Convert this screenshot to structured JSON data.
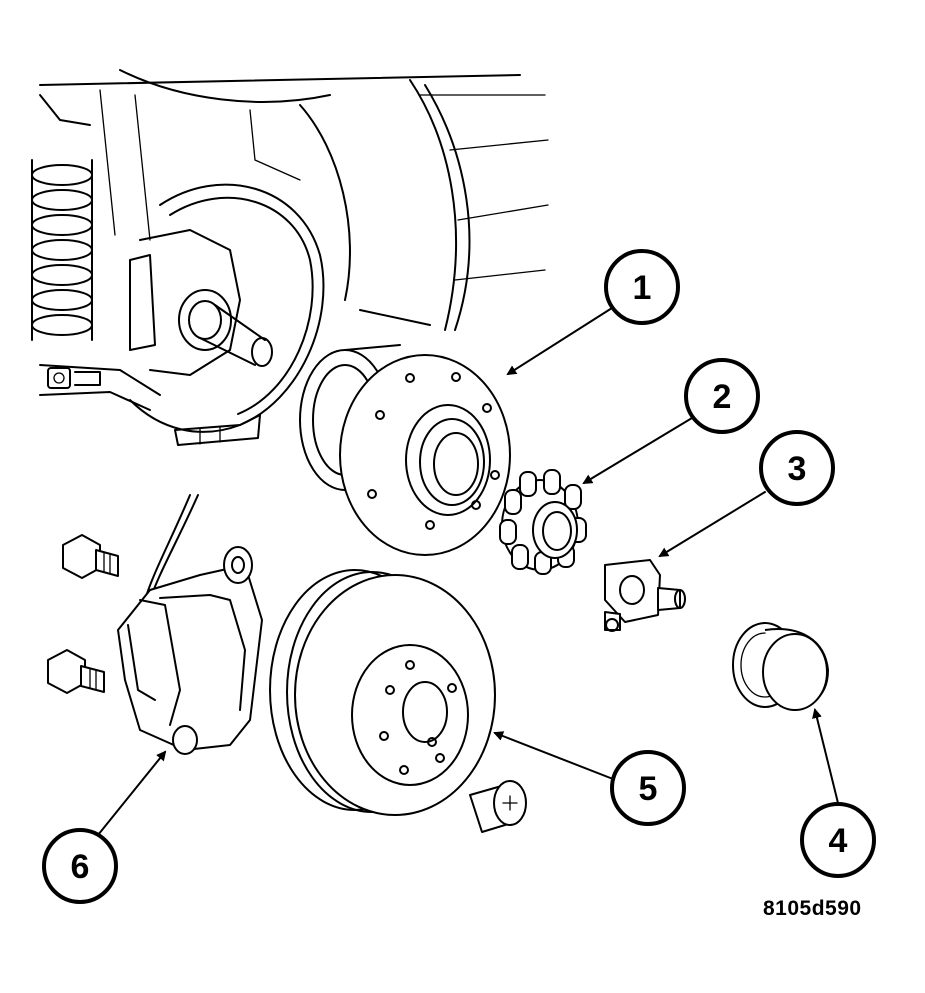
{
  "figure_id": "8105d590",
  "callouts": [
    {
      "number": "1"
    },
    {
      "number": "2"
    },
    {
      "number": "3"
    },
    {
      "number": "4"
    },
    {
      "number": "5"
    },
    {
      "number": "6"
    }
  ],
  "icons": {
    "callout_marker": "circle-number-icon",
    "leader_arrow": "arrow-icon"
  },
  "colors": {
    "line": "#000000",
    "background": "#ffffff"
  }
}
